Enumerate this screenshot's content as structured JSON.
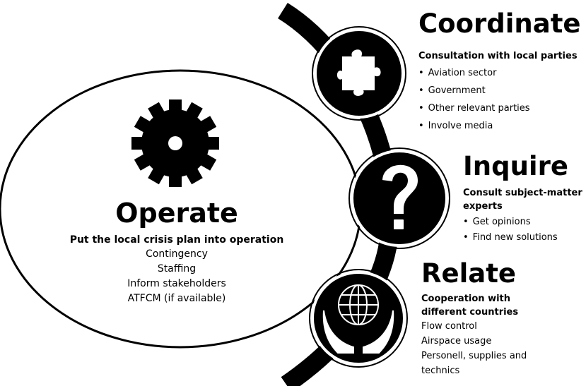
{
  "operate": {
    "title": "Operate",
    "subtitle": "Put the local crisis plan into operation",
    "items": [
      "Contingency",
      "Staffing",
      "Inform stakeholders",
      "ATFCM (if available)"
    ],
    "icon": "gear-icon"
  },
  "coordinate": {
    "title": "Coordinate",
    "subtitle": "Consultation with local parties",
    "items": [
      "Aviation sector",
      "Government",
      "Other relevant parties",
      "Involve media"
    ],
    "icon": "puzzle-piece-icon"
  },
  "inquire": {
    "title": "Inquire",
    "subtitle_line1": "Consult subject-matter",
    "subtitle_line2": "experts",
    "items": [
      "Get opinions",
      "Find new solutions"
    ],
    "icon": "question-mark-icon"
  },
  "relate": {
    "title": "Relate",
    "subtitle_line1": "Cooperation with",
    "subtitle_line2": "different countries",
    "lines": [
      "Flow control",
      "Airspace usage",
      "Personell, supplies and",
      "technics"
    ],
    "icon": "globe-in-hands-icon"
  },
  "colors": {
    "ink": "#000000",
    "paper": "#ffffff"
  }
}
